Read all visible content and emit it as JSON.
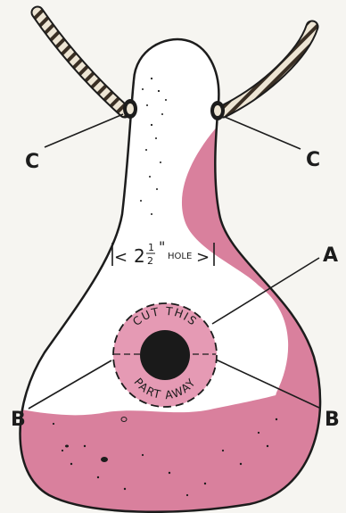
{
  "colors": {
    "background": "#f6f5f1",
    "gourd_fill": "#ffffff",
    "pink": "#d9809d",
    "ink": "#1c1c1c",
    "rope": "#ede5d4"
  },
  "labels": {
    "c_left": "C",
    "c_right": "C",
    "a": "A",
    "b_left": "B",
    "b_right": "B"
  },
  "hole": {
    "size_whole": "2",
    "size_num": "1",
    "size_den": "2",
    "inch_mark": "\"",
    "hole_word": "HOLE",
    "arrow_left": "<",
    "arrow_right": ">"
  },
  "disc": {
    "top_text": "CUT THIS",
    "bottom_text": "PART AWAY"
  },
  "icons": [
    "rope-icon",
    "gourd-icon",
    "entrance-hole-icon"
  ]
}
